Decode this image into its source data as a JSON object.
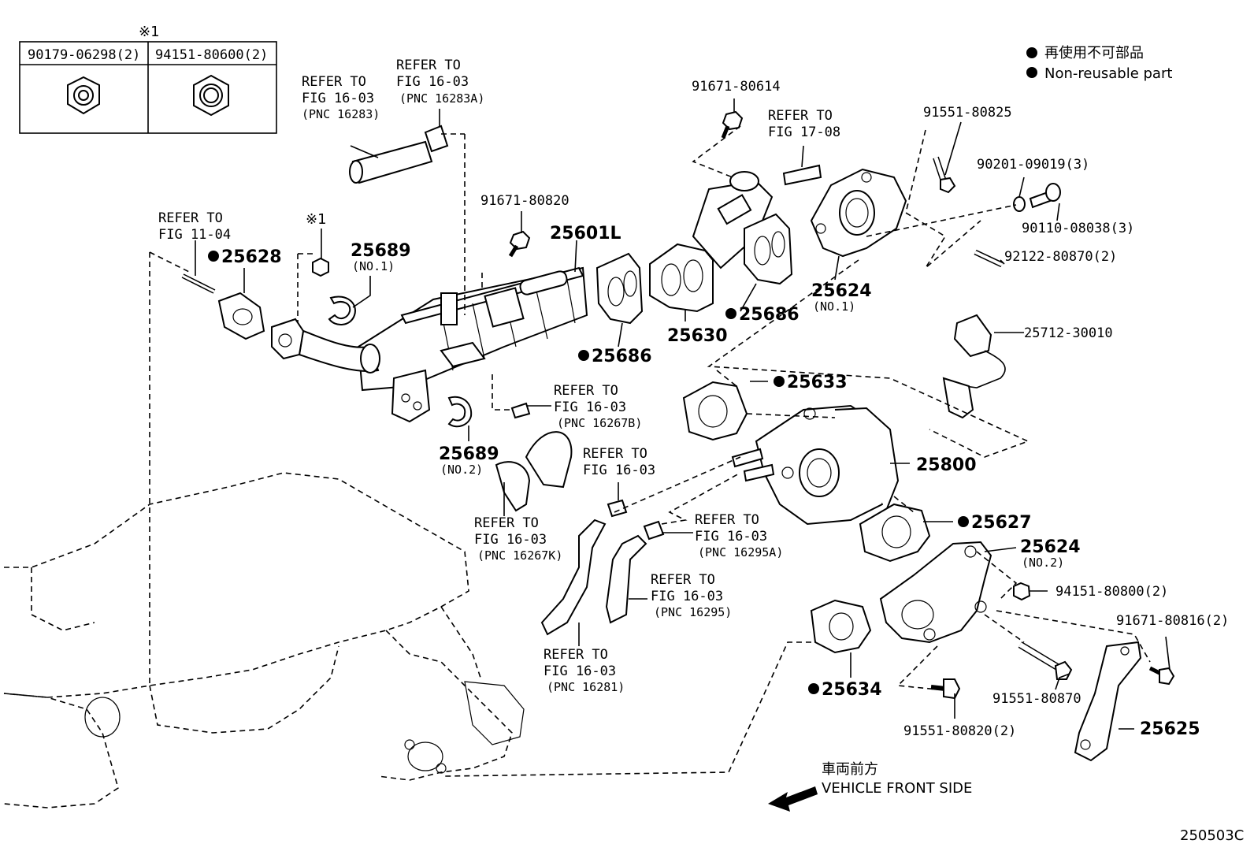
{
  "note_mark": "※1",
  "table": {
    "col1": "90179-06298(2)",
    "col2": "94151-80600(2)"
  },
  "legend": {
    "jp": "再使用不可部品",
    "en": "Non-reusable part"
  },
  "labels": {
    "p25601L": "25601L",
    "p25628": "25628",
    "p25689_no1": "25689",
    "no1": "(NO.1)",
    "p25689_no2": "25689",
    "no2": "(NO.2)",
    "p25686_a": "25686",
    "p25686_b": "25686",
    "p25630": "25630",
    "p25624_no1": "25624",
    "p25624_no1_sub": "(NO.1)",
    "p25633": "25633",
    "p25800": "25800",
    "p25627": "25627",
    "p25624_no2": "25624",
    "p25624_no2_sub": "(NO.2)",
    "p25634": "25634",
    "p25625": "25625",
    "p25712": "25712-30010",
    "p91671_80614": "91671-80614",
    "p91671_80820": "91671-80820",
    "p91551_80825": "91551-80825",
    "p90201": "90201-09019(3)",
    "p90110": "90110-08038(3)",
    "p92122": "92122-80870(2)",
    "p94151_80800": "94151-80800(2)",
    "p91671_80816": "91671-80816(2)",
    "p91551_80870": "91551-80870",
    "p91551_80820": "91551-80820(2)",
    "mark1": "※1"
  },
  "refers": {
    "r1": [
      "REFER TO",
      "FIG 16-03",
      "(PNC 16283)"
    ],
    "r2": [
      "REFER TO",
      "FIG 16-03",
      "(PNC 16283A)"
    ],
    "r3": [
      "REFER TO",
      "FIG 11-04"
    ],
    "r4": [
      "REFER TO",
      "FIG 17-08"
    ],
    "r5": [
      "REFER TO",
      "FIG 16-03",
      "(PNC 16267B)"
    ],
    "r6": [
      "REFER TO",
      "FIG 16-03"
    ],
    "r7": [
      "REFER TO",
      "FIG 16-03",
      "(PNC 16267K)"
    ],
    "r8": [
      "REFER TO",
      "FIG 16-03",
      "(PNC 16295A)"
    ],
    "r9": [
      "REFER TO",
      "FIG 16-03",
      "(PNC 16295)"
    ],
    "r10": [
      "REFER TO",
      "FIG 16-03",
      "(PNC 16281)"
    ]
  },
  "front": {
    "jp": "車両前方",
    "en": "VEHICLE FRONT SIDE"
  },
  "figure_code": "250503C"
}
